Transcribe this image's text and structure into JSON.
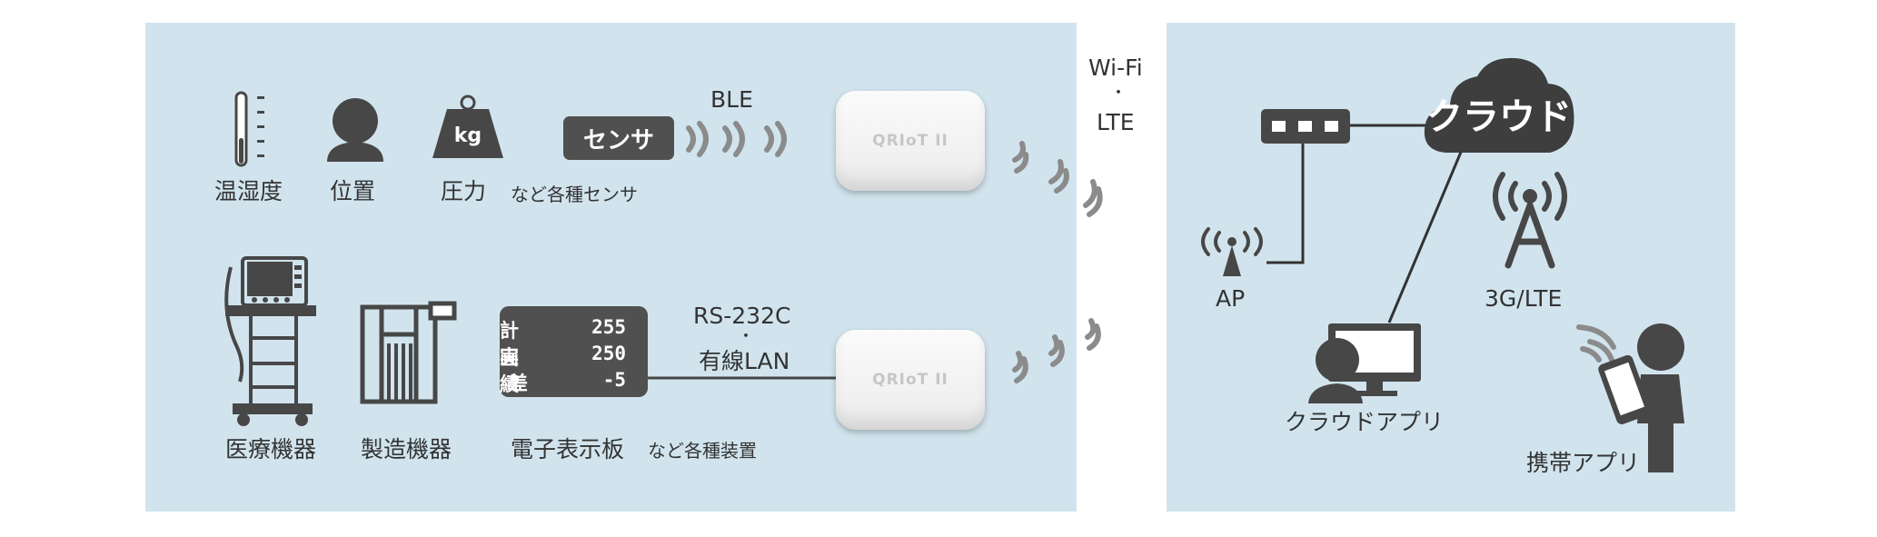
{
  "left_panel": {
    "row1": {
      "icon_labels": [
        "温湿度",
        "位置",
        "圧力"
      ],
      "weight_text": "kg",
      "sensor_box": "センサ",
      "suffix": "など各種センサ",
      "link_label": "BLE",
      "device_label": "QRIoT II"
    },
    "row2": {
      "icon_labels": [
        "医療機器",
        "製造機器",
        "電子表示板"
      ],
      "display_rows": [
        {
          "key": "計画",
          "value": "255"
        },
        {
          "key": "実績",
          "value": "250"
        },
        {
          "key": "差",
          "value": "-5"
        }
      ],
      "suffix": "など各種装置",
      "link_label_top": "RS-232C",
      "link_dot": "・",
      "link_label_bottom": "有線LAN",
      "device_label": "QRIoT II"
    }
  },
  "middle": {
    "top": "Wi-Fi",
    "dot": "・",
    "bottom": "LTE"
  },
  "right_panel": {
    "cloud_label": "クラウド",
    "ap_label": "AP",
    "tower_label": "3G/LTE",
    "cloud_app_label": "クラウドアプリ",
    "mobile_app_label": "携帯アプリ"
  }
}
